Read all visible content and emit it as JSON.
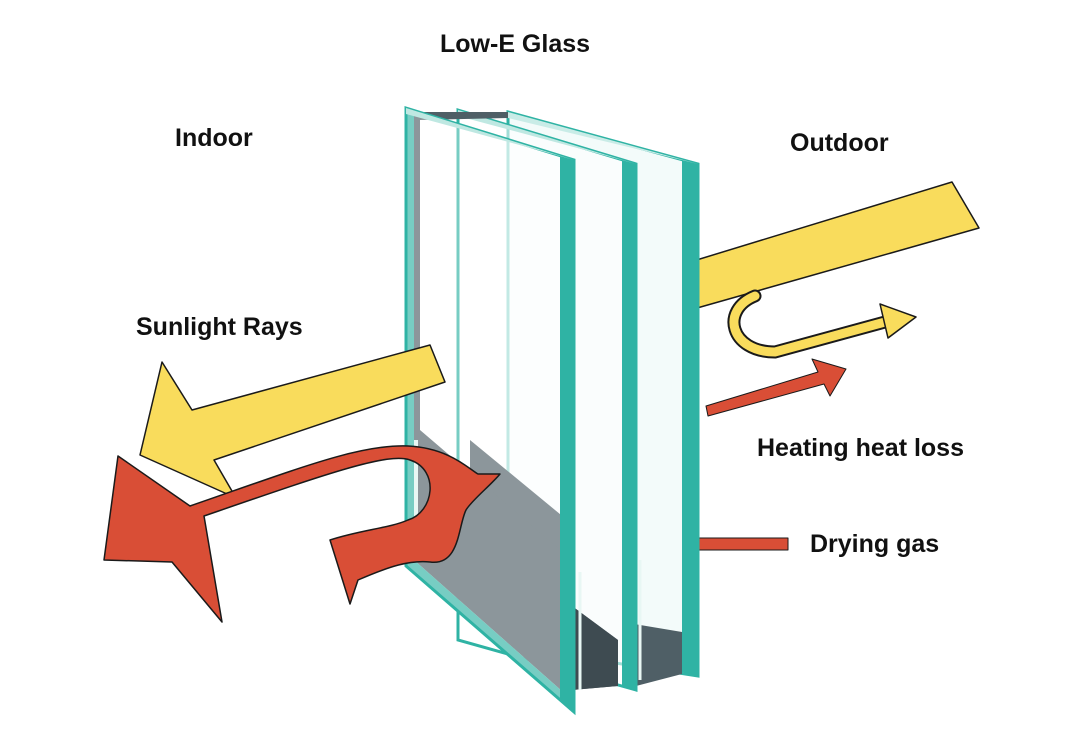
{
  "diagram": {
    "title": "Low-E Glass",
    "labels": {
      "indoor": "Indoor",
      "outdoor": "Outdoor",
      "sunlight_rays": "Sunlight Rays",
      "heating_heat_loss": "Heating heat loss",
      "drying_gas": "Drying gas"
    },
    "colors": {
      "glass_edge": "#2fb3a4",
      "spacer": "#4f5f66",
      "sunlight": "#f9dc5c",
      "heat": "#d94e36",
      "text": "#111111"
    },
    "icons": {
      "glass_unit": "triple-pane-glass-icon",
      "sunlight_arrow": "sunlight-arrow-icon",
      "heat_arrow": "heat-arrow-icon"
    }
  }
}
